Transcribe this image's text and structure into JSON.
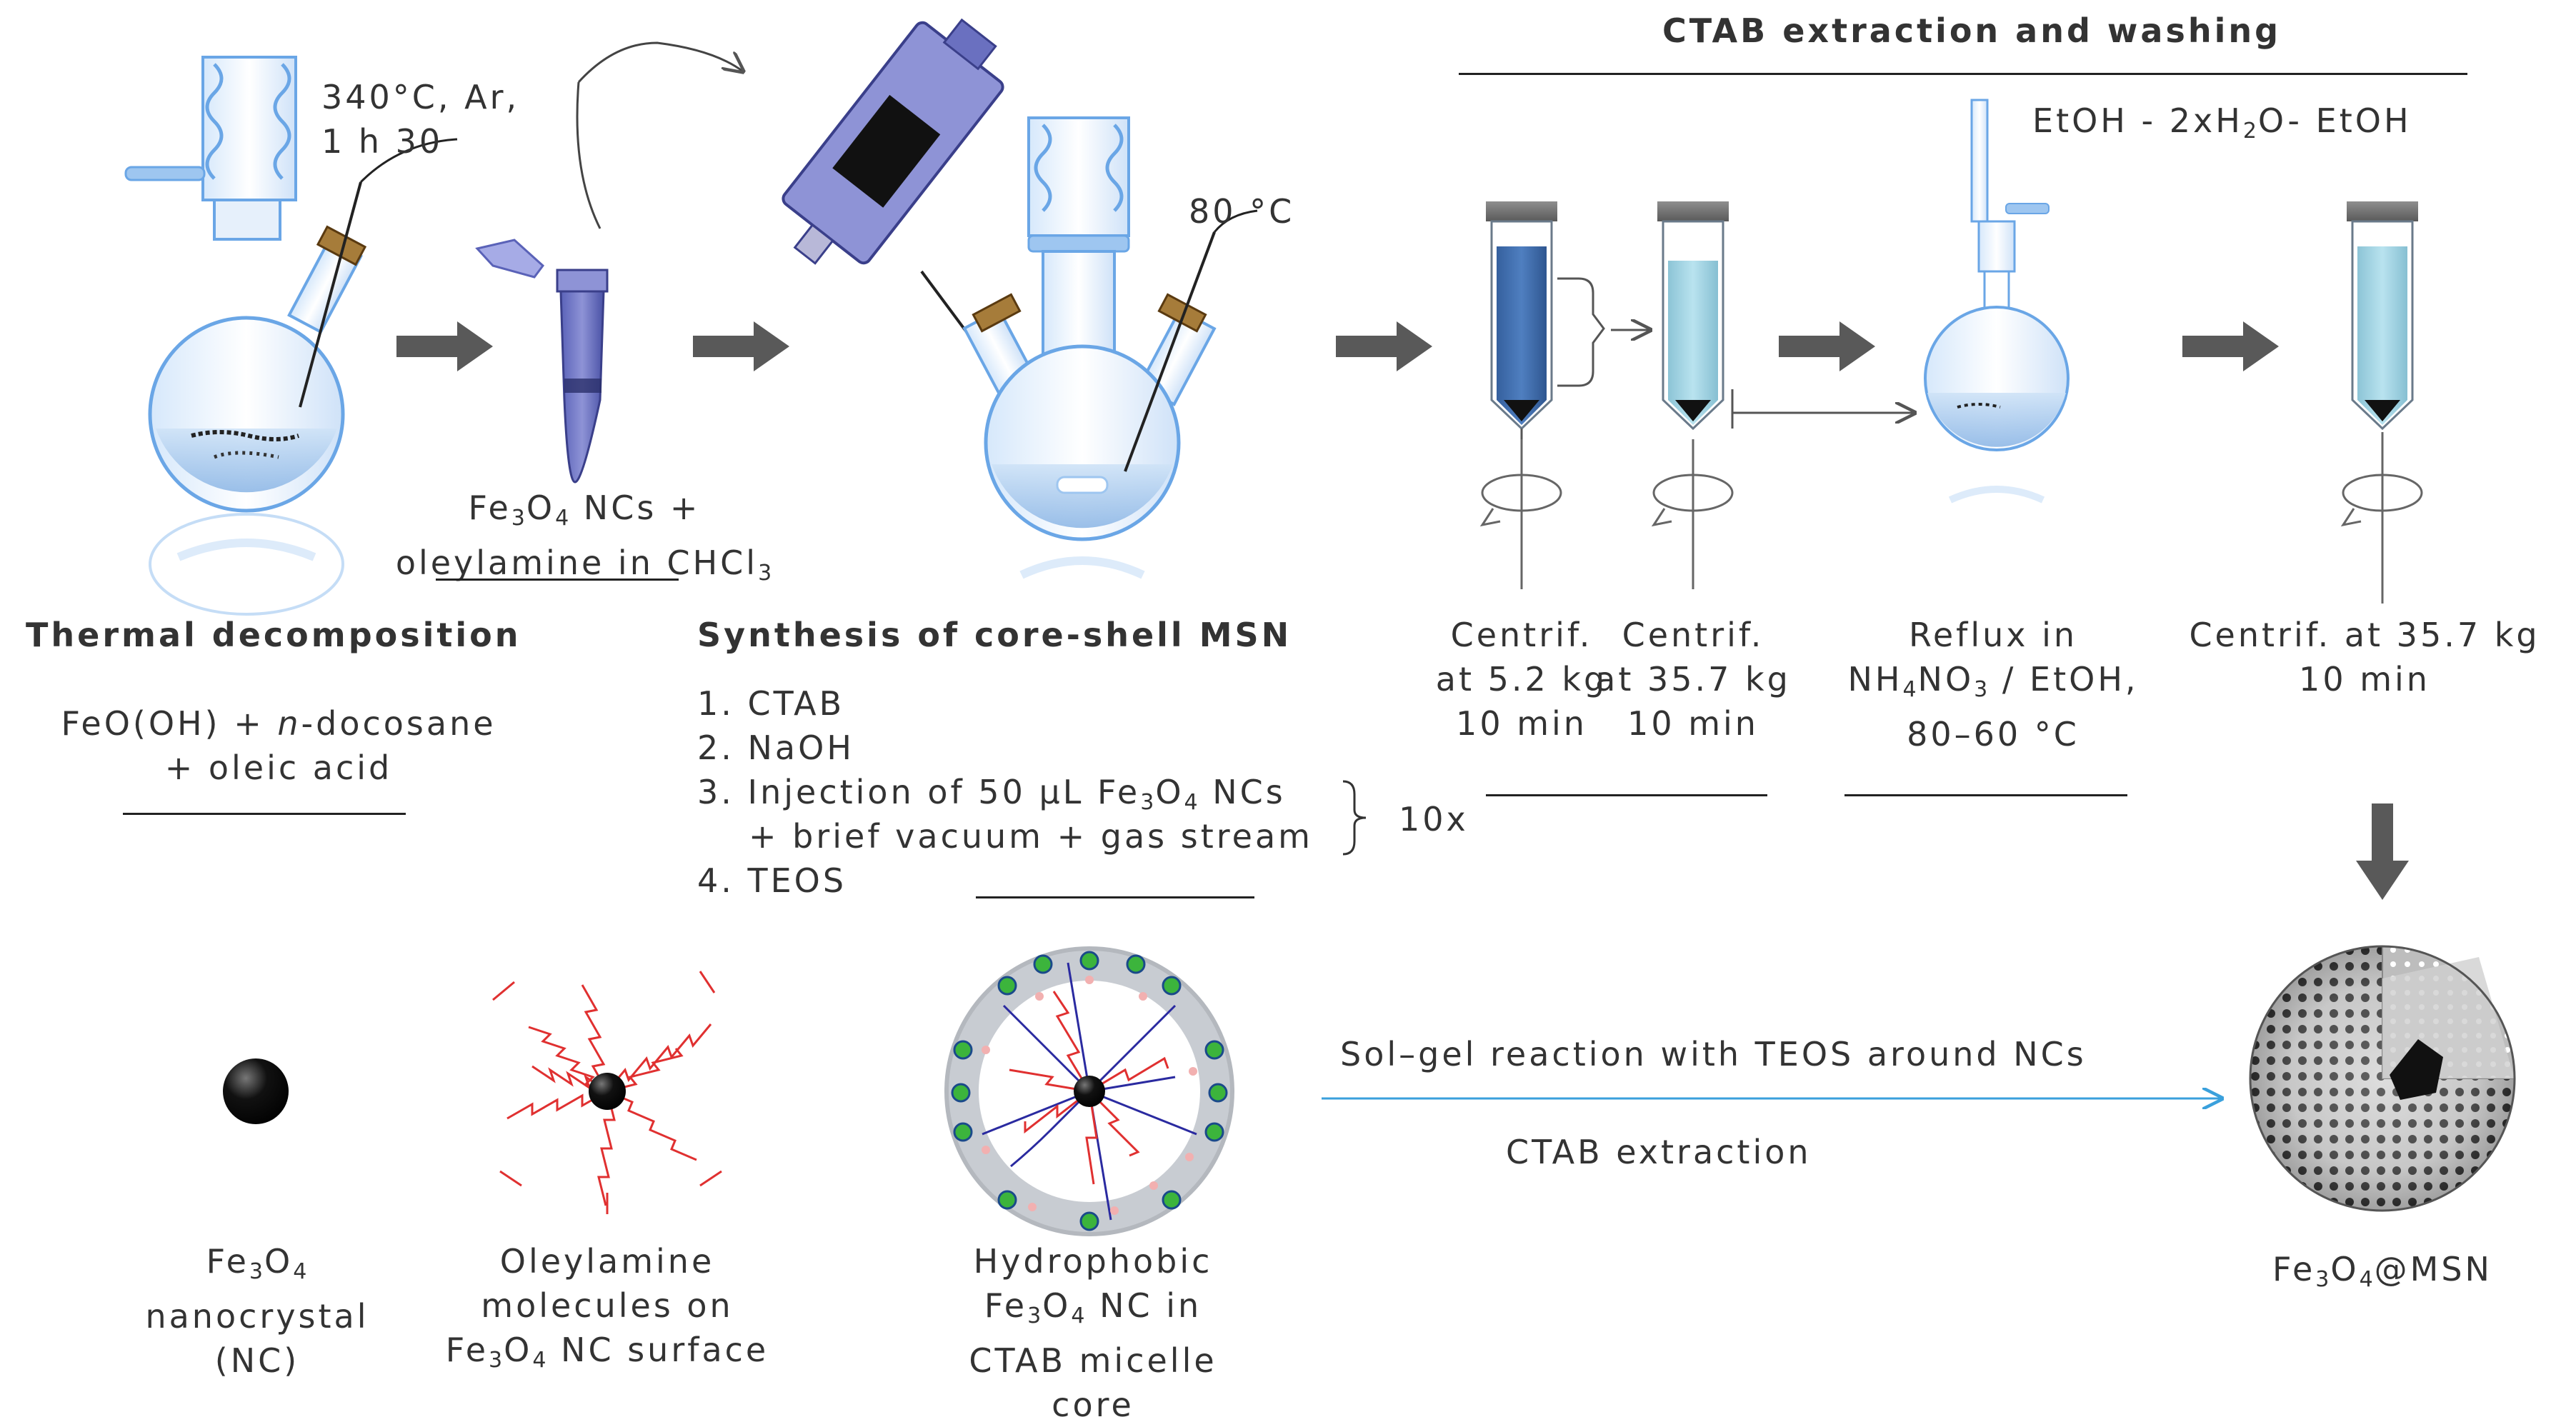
{
  "headers": {
    "ctab_section": "CTAB extraction and washing",
    "thermal": "Thermal decomposition",
    "synthesis": "Synthesis of core-shell MSN"
  },
  "conditions": {
    "thermal_line1": "340°C, Ar,",
    "thermal_line2": "1 h 30",
    "synthesis_temp": "80 °C",
    "washing_sequence_pre": "EtOH - 2xH",
    "washing_sequence_sub": "2",
    "washing_sequence_post": "O- EtOH"
  },
  "reagents": {
    "thermal_line1_pre": "FeO(OH) + ",
    "thermal_line1_italic": "n",
    "thermal_line1_post": "-docosane",
    "thermal_line2": "+ oleic acid",
    "nc_line1_pre": "Fe",
    "nc_sub1": "3",
    "nc_mid": "O",
    "nc_sub2": "4",
    "nc_line1_post": " NCs +",
    "nc_line2_pre": "oleylamine in CHCl",
    "nc_sub3": "3"
  },
  "synthesis_steps": {
    "step1": "1. CTAB",
    "step2": "2. NaOH",
    "step3_pre": "3. Injection of 50 µL Fe",
    "step3_sub1": "3",
    "step3_mid": "O",
    "step3_sub2": "4",
    "step3_post": " NCs",
    "step3_line2": "+ brief vacuum + gas stream",
    "step4": "4. TEOS",
    "repeat": "10x"
  },
  "washing_steps": {
    "centrif1_line1": "Centrif.",
    "centrif1_line2": "at 5.2 kg",
    "centrif1_line3": "10 min",
    "centrif2_line1": "Centrif.",
    "centrif2_line2": "at 35.7 kg",
    "centrif2_line3": "10 min",
    "reflux_line1": "Reflux in",
    "reflux_line2_pre": "NH",
    "reflux_sub1": "4",
    "reflux_line2_mid": "NO",
    "reflux_sub2": "3",
    "reflux_line2_post": " / EtOH,",
    "reflux_line3": "80–60 °C",
    "centrif3_line1": "Centrif. at 35.7 kg",
    "centrif3_line2": "10 min"
  },
  "bottom": {
    "arrow_label_top": "Sol–gel reaction with TEOS around NCs",
    "arrow_label_bottom": "CTAB extraction",
    "nc_label_line1_pre": "Fe",
    "nc_label_sub1": "3",
    "nc_label_mid": "O",
    "nc_label_sub2": "4",
    "nc_label_line2": "nanocrystal",
    "nc_label_line3": "(NC)",
    "oley_line1": "Oleylamine",
    "oley_line2": "molecules on",
    "oley_line3_pre": "Fe",
    "oley_sub1": "3",
    "oley_mid": "O",
    "oley_sub2": "4",
    "oley_line3_post": " NC surface",
    "hydro_line1": "Hydrophobic",
    "hydro_line2_pre": "Fe",
    "hydro_sub1": "3",
    "hydro_mid": "O",
    "hydro_sub2": "4",
    "hydro_line2_post": " NC in",
    "hydro_line3": "CTAB micelle",
    "hydro_line4": "core",
    "product_pre": "Fe",
    "product_sub1": "3",
    "product_mid": "O",
    "product_sub2": "4",
    "product_post": "@MSN"
  },
  "colors": {
    "text": "#333333",
    "process_arrow": "#595959",
    "glass": "#6aa6e6",
    "solution_blue": "#3d6aa8",
    "wash_solution": "#a6d6e6",
    "chain_red": "#e03030",
    "chain_blue": "#2a2aa0",
    "headgroup_green": "#3cb43c",
    "reaction_arrow": "#3aa0dc"
  }
}
